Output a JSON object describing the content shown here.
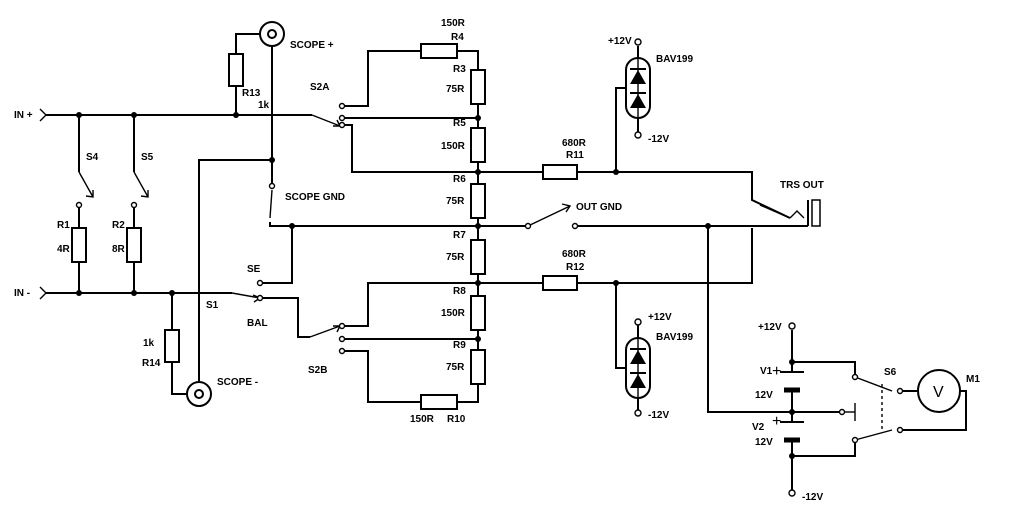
{
  "labels": {
    "in_plus": "IN +",
    "in_minus": "IN -",
    "scope_plus": "SCOPE +",
    "scope_minus": "SCOPE -",
    "scope_gnd": "SCOPE GND",
    "out_gnd": "OUT GND",
    "trs_out": "TRS OUT",
    "se": "SE",
    "bal": "BAL",
    "s1": "S1",
    "s2a": "S2A",
    "s2b": "S2B",
    "s4": "S4",
    "s5": "S5",
    "s6": "S6",
    "m1": "M1",
    "meter_symbol": "V",
    "bav_top": "BAV199",
    "bav_bottom": "BAV199",
    "plus12_top": "+12V",
    "minus12_top": "-12V",
    "plus12_mid": "+12V",
    "minus12_mid": "-12V",
    "plus12_batt": "+12V",
    "minus12_batt": "-12V",
    "v1": "V1",
    "v2": "V2",
    "v1_val": "12V",
    "v2_val": "12V"
  },
  "resistors": {
    "r1": {
      "name": "R1",
      "value": "4R"
    },
    "r2": {
      "name": "R2",
      "value": "8R"
    },
    "r3": {
      "name": "R3",
      "value": "75R"
    },
    "r4": {
      "name": "R4",
      "value": "150R"
    },
    "r5": {
      "name": "R5",
      "value": "150R"
    },
    "r6": {
      "name": "R6",
      "value": "75R"
    },
    "r7": {
      "name": "R7",
      "value": "75R"
    },
    "r8": {
      "name": "R8",
      "value": "150R"
    },
    "r9": {
      "name": "R9",
      "value": "75R"
    },
    "r10": {
      "name": "R10",
      "value": "150R"
    },
    "r11": {
      "name": "R11",
      "value": "680R"
    },
    "r12": {
      "name": "R12",
      "value": "680R"
    },
    "r13": {
      "name": "R13",
      "value": "1k"
    },
    "r14": {
      "name": "R14",
      "value": "1k"
    }
  }
}
